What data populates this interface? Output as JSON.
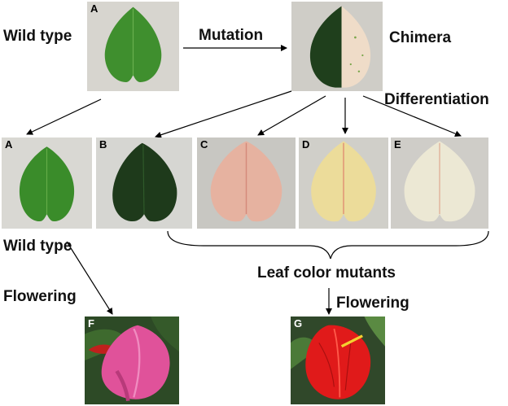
{
  "labels": {
    "wild_type_top": "Wild type",
    "mutation": "Mutation",
    "chimera": "Chimera",
    "differentiation": "Differentiation",
    "wild_type_bottom": "Wild type",
    "flowering_left": "Flowering",
    "leaf_color_mutants": "Leaf color mutants",
    "flowering_right": "Flowering"
  },
  "panels": {
    "top_wild": "A",
    "row_a": "A",
    "row_b": "B",
    "row_c": "C",
    "row_d": "D",
    "row_e": "E",
    "flower_f": "F",
    "flower_g": "G"
  },
  "colors": {
    "wild_green": "#3f8f2e",
    "dark_green": "#1f3f1c",
    "pink": "#e6b2a0",
    "yellow": "#ecdc9a",
    "white": "#ece8d4",
    "anthurium_pink": "#e0529a",
    "anthurium_red": "#e01a1a"
  }
}
